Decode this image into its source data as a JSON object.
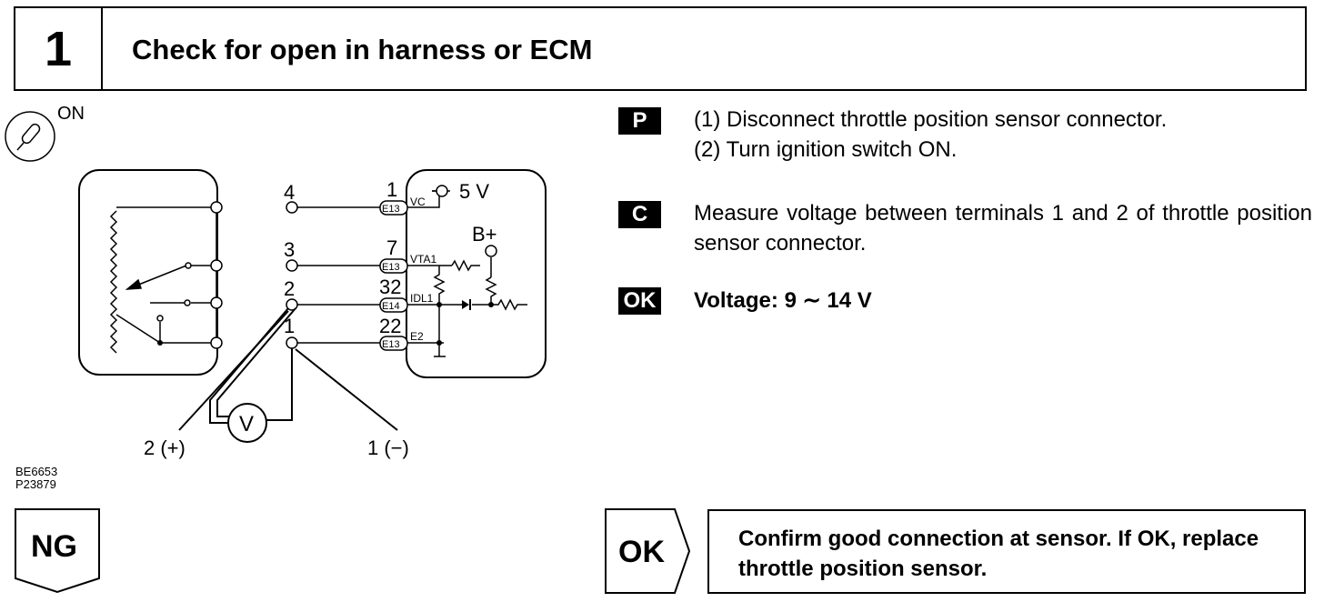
{
  "header": {
    "step": "1",
    "title": "Check for open in harness or ECM"
  },
  "diagram": {
    "ignition_label": "ON",
    "sensor_terminals": [
      "4",
      "3",
      "2",
      "1"
    ],
    "ecm_pins": [
      {
        "num": "1",
        "conn": "E13",
        "signal": "VC"
      },
      {
        "num": "7",
        "conn": "E13",
        "signal": "VTA1"
      },
      {
        "num": "32",
        "conn": "E14",
        "signal": "IDL1"
      },
      {
        "num": "22",
        "conn": "E13",
        "signal": "E2"
      }
    ],
    "supply_5v": "5 V",
    "supply_b": "B+",
    "meter": "V",
    "probe_plus": "2 (+)",
    "probe_minus": "1 (−)"
  },
  "codes": [
    "BE6653",
    "P23879"
  ],
  "instructions": {
    "p_tag": "P",
    "p_steps": [
      "(1) Disconnect throttle position sensor connector.",
      "(2) Turn ignition switch ON."
    ],
    "c_tag": "C",
    "c_text": "Measure voltage between terminals 1 and 2 of throttle position sensor connector.",
    "ok_tag": "OK",
    "ok_text": "Voltage:   9 ∼ 14 V"
  },
  "results": {
    "ng_label": "NG",
    "ok_label": "OK",
    "ok_action": "Confirm good connection at sensor. If OK, replace throttle position sensor."
  }
}
